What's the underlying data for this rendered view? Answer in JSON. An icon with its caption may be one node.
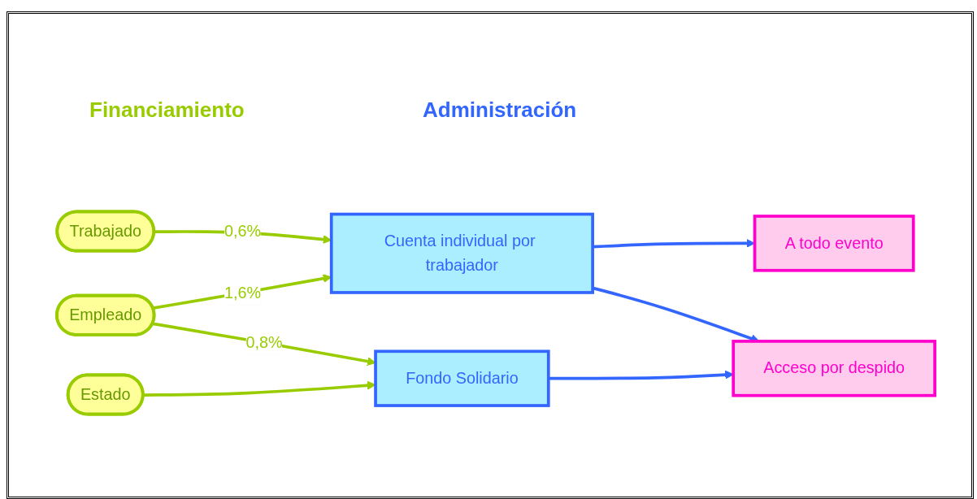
{
  "diagram": {
    "nodes": [
      {
        "text": [
          "Trabajado"
        ]
      },
      {
        "text": [
          "Empleado"
        ]
      },
      {
        "text": [
          "Estado"
        ]
      },
      {
        "text": [
          "Cuenta individual por trabajador"
        ]
      },
      {
        "text": [
          "Fondo Solidario"
        ]
      },
      {
        "text": [
          "A todo evento"
        ]
      },
      {
        "text": [
          "Acceso por despido"
        ]
      }
    ],
    "edges": [
      {
        "from": 0,
        "to": 3,
        "arrow": "to",
        "label": "0,6%",
        "color": "#99cc00"
      },
      {
        "from": 1,
        "to": 3,
        "arrow": "to",
        "label": "1,6%",
        "color": "#99cc00"
      },
      {
        "from": 1,
        "to": 4,
        "arrow": "to",
        "label": "0,8%",
        "color": "#99cc00"
      },
      {
        "from": 2,
        "to": 4,
        "arrow": "to",
        "color": "#99cc00"
      },
      {
        "from": 3,
        "to": 5,
        "arrow": "to",
        "color": "#3366ff"
      },
      {
        "from": 3,
        "to": 6,
        "arrow": "to",
        "color": "#3366ff"
      },
      {
        "from": 4,
        "to": 6,
        "arrow": "to",
        "color": "#3366ff"
      }
    ],
    "labels": [
      "Financiamiento",
      "Administración"
    ]
  }
}
